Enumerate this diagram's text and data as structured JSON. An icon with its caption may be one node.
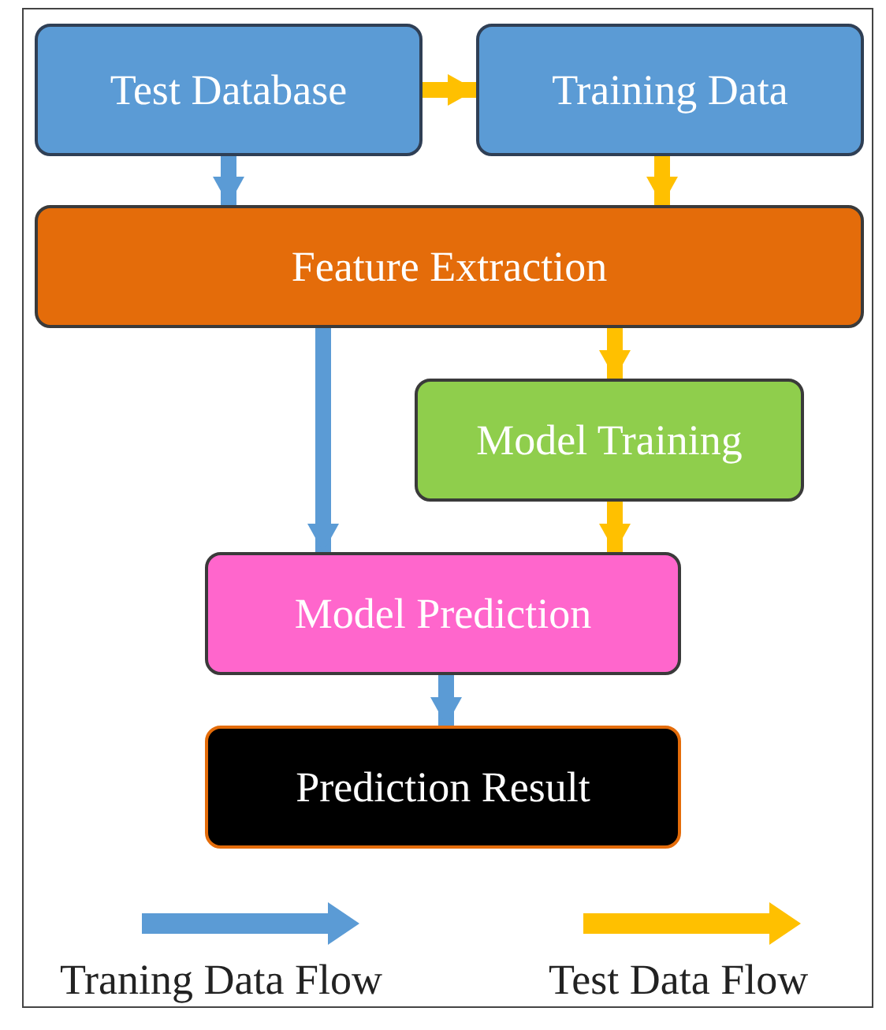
{
  "diagram": {
    "nodes": [
      {
        "text": [
          "Test Database"
        ]
      },
      {
        "text": [
          "Training Data"
        ]
      },
      {
        "text": [
          "Feature Extraction"
        ]
      },
      {
        "text": [
          "Model Training"
        ]
      },
      {
        "text": [
          "Model Prediction"
        ]
      },
      {
        "text": [
          "Prediction Result"
        ]
      }
    ],
    "edges": [
      {
        "from": 0,
        "to": 1,
        "arrow": "to"
      },
      {
        "from": 0,
        "to": 2,
        "arrow": "to",
        "color": "#5b9bd5"
      },
      {
        "from": 1,
        "to": 2,
        "arrow": "to"
      },
      {
        "from": 2,
        "to": 3,
        "arrow": "to"
      },
      {
        "from": 2,
        "to": 4,
        "arrow": "to",
        "color": "#5b9bd5"
      },
      {
        "from": 3,
        "to": 4,
        "arrow": "to"
      },
      {
        "from": 4,
        "to": 5,
        "arrow": "to",
        "color": "#5b9bd5"
      }
    ],
    "legend": [
      {
        "text": "Traning Data Flow"
      },
      {
        "text": "Test Data Flow"
      }
    ]
  }
}
